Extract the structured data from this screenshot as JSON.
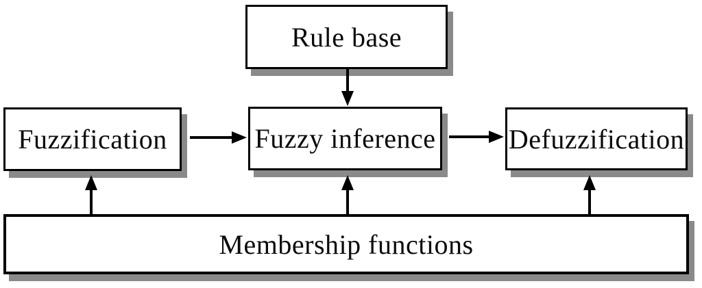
{
  "diagram": {
    "type": "block-diagram",
    "subject": "Fuzzy logic system architecture",
    "colors": {
      "background": "#ffffff",
      "box_fill": "#ffffff",
      "border": "#000000",
      "shadow": "#8a8a8a",
      "arrow": "#000000"
    },
    "nodes": {
      "rule_base": {
        "label": "Rule base"
      },
      "fuzzification": {
        "label": "Fuzzification"
      },
      "fuzzy_inference": {
        "label": "Fuzzy inference"
      },
      "defuzzification": {
        "label": "Defuzzification"
      },
      "membership_functions": {
        "label": "Membership functions"
      }
    },
    "edges": [
      {
        "from": "rule_base",
        "to": "fuzzy_inference",
        "direction": "down"
      },
      {
        "from": "fuzzification",
        "to": "fuzzy_inference",
        "direction": "right"
      },
      {
        "from": "fuzzy_inference",
        "to": "defuzzification",
        "direction": "right"
      },
      {
        "from": "membership_functions",
        "to": "fuzzification",
        "direction": "up"
      },
      {
        "from": "membership_functions",
        "to": "fuzzy_inference",
        "direction": "up"
      },
      {
        "from": "membership_functions",
        "to": "defuzzification",
        "direction": "up"
      }
    ]
  }
}
